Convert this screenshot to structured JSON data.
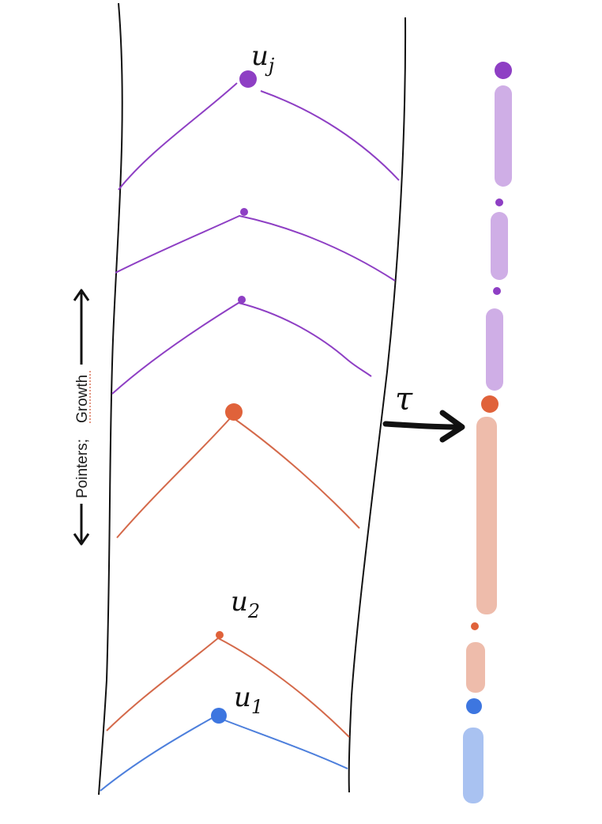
{
  "labels": {
    "u_j_base": "u",
    "u_j_sub": "j",
    "u_2_base": "u",
    "u_2_sub": "2",
    "u_1_base": "u",
    "u_1_sub": "1",
    "tau": "τ",
    "pointers": "Pointers;",
    "growth": "Growth"
  },
  "colors": {
    "purple": "#8e3fc4",
    "purple_light": "#cfaee6",
    "orange": "#e0623a",
    "orange_line": "#d4694a",
    "orange_light": "#eebcab",
    "blue": "#3d76e0",
    "blue_line": "#4d7fdc",
    "blue_light": "#a9c2f1",
    "ink": "#111111"
  }
}
